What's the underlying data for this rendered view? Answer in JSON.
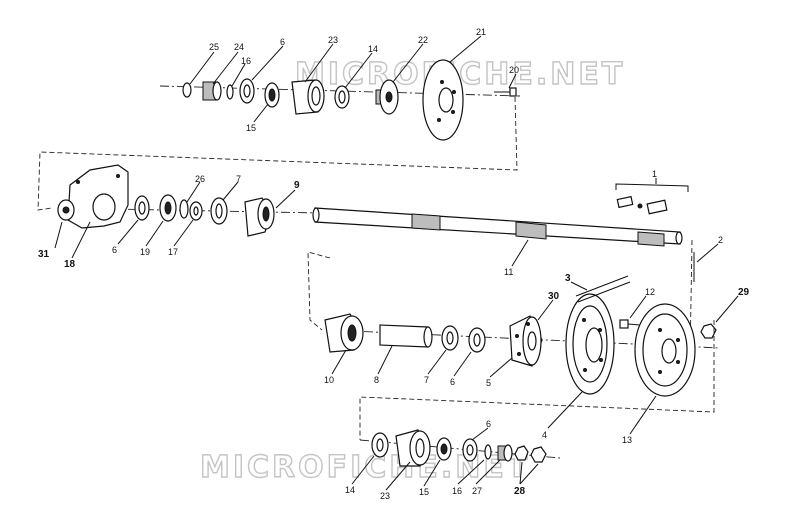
{
  "watermark": {
    "top": "MICROFICHE.NET",
    "bottom": "MICROFICHE.NET"
  },
  "labels": {
    "l25": "25",
    "l24": "24",
    "l16a": "16",
    "l6a": "6",
    "l23a": "23",
    "l14a": "14",
    "l22": "22",
    "l21": "21",
    "l20": "20",
    "l15a": "15",
    "l26": "26",
    "l7a": "7",
    "l9": "9",
    "l31": "31",
    "l18": "18",
    "l6b": "6",
    "l19": "19",
    "l17": "17",
    "l1": "1",
    "l2": "2",
    "l11": "11",
    "l3": "3",
    "l30": "30",
    "l12": "12",
    "l29": "29",
    "l10": "10",
    "l8": "8",
    "l7b": "7",
    "l6c": "6",
    "l5": "5",
    "l4": "4",
    "l13": "13",
    "l6d": "6",
    "l14b": "14",
    "l23b": "23",
    "l15b": "15",
    "l16b": "16",
    "l27": "27",
    "l28": "28"
  }
}
